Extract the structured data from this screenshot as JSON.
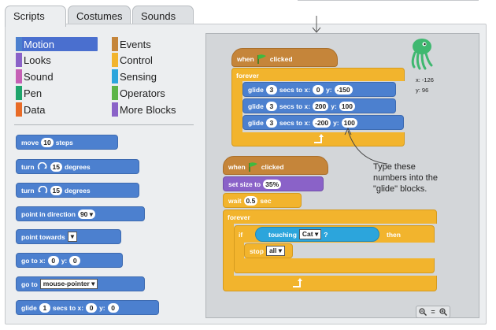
{
  "tabs": [
    {
      "label": "Scripts"
    },
    {
      "label": "Costumes"
    },
    {
      "label": "Sounds"
    }
  ],
  "categories": [
    {
      "label": "Motion",
      "color": "#4c80cf"
    },
    {
      "label": "Looks",
      "color": "#8a62c8"
    },
    {
      "label": "Sound",
      "color": "#c560b5"
    },
    {
      "label": "Pen",
      "color": "#1ea46b"
    },
    {
      "label": "Data",
      "color": "#e86b27"
    },
    {
      "label": "Events",
      "color": "#c5853a"
    },
    {
      "label": "Control",
      "color": "#f2b42d"
    },
    {
      "label": "Sensing",
      "color": "#2ca5dc"
    },
    {
      "label": "Operators",
      "color": "#5cb448"
    },
    {
      "label": "More Blocks",
      "color": "#8a62c8"
    }
  ],
  "palette": {
    "move": {
      "a": "move",
      "v": "10",
      "b": "steps"
    },
    "turn_right": {
      "a": "turn",
      "v": "15",
      "b": "degrees"
    },
    "turn_left": {
      "a": "turn",
      "v": "15",
      "b": "degrees"
    },
    "point_dir": {
      "a": "point in direction",
      "v": "90"
    },
    "point_towards": {
      "a": "point towards"
    },
    "goto_xy": {
      "a": "go to x:",
      "x": "0",
      "b": "y:",
      "y": "0"
    },
    "goto": {
      "a": "go to",
      "v": "mouse-pointer"
    },
    "glide": {
      "a": "glide",
      "t": "1",
      "b": "secs to x:",
      "x": "0",
      "c": "y:",
      "y": "0"
    }
  },
  "script1": {
    "when": "when",
    "clicked": "clicked",
    "forever": "forever",
    "glides": [
      {
        "a": "glide",
        "t": "3",
        "b": "secs to x:",
        "x": "0",
        "c": "y:",
        "y": "-150"
      },
      {
        "a": "glide",
        "t": "3",
        "b": "secs to x:",
        "x": "200",
        "c": "y:",
        "y": "100"
      },
      {
        "a": "glide",
        "t": "3",
        "b": "secs to x:",
        "x": "-200",
        "c": "y:",
        "y": "100"
      }
    ]
  },
  "script2": {
    "when": "when",
    "clicked": "clicked",
    "size": {
      "a": "set size to",
      "v": "35%"
    },
    "wait": {
      "a": "wait",
      "v": "0.5",
      "b": "sec"
    },
    "forever": "forever",
    "if": "if",
    "touching": {
      "a": "touching",
      "v": "Cat",
      "b": "?"
    },
    "then": "then",
    "stop": {
      "a": "stop",
      "v": "all"
    }
  },
  "sprite": {
    "x": "x: -126",
    "y": "y: 96"
  },
  "annotation": "Type these\nnumbers into the\n\"glide\" blocks.",
  "icons": {
    "flag": "green-flag-icon",
    "loop": "loop-arrow-icon",
    "zoom": [
      "zoom-out-icon",
      "zoom-reset-icon",
      "zoom-in-icon"
    ]
  }
}
